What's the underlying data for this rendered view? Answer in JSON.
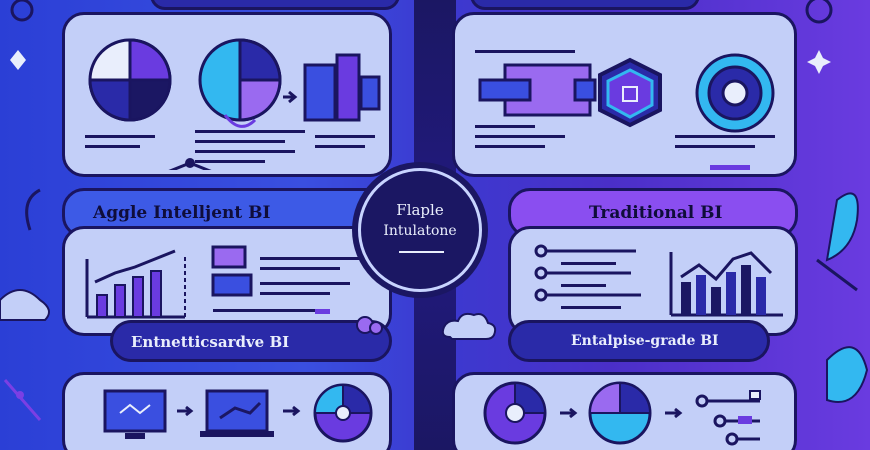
{
  "labels": {
    "top_left_title": "Aggle Intelljent BI",
    "top_right_title": "Traditional BI",
    "bottom_left_title": "Entnetticsardve BI",
    "bottom_right_title": "Entalpise-grade BI",
    "center_line1": "Flaple",
    "center_line2": "Intulatone"
  },
  "colors": {
    "background_left": "#2b3fd6",
    "background_right": "#6a3be0",
    "panel_light": "#b9c8f6",
    "panel_dark": "#2a2aa8",
    "ink": "#1a1560",
    "accent_purple": "#7b3fe4",
    "accent_cyan": "#33b8f0"
  }
}
